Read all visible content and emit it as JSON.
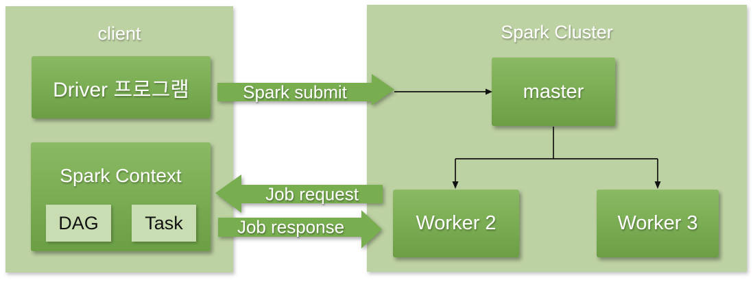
{
  "diagram": {
    "left_panel": {
      "title": "client",
      "driver_box": {
        "label": "Driver 프로그램"
      },
      "spark_context_box": {
        "label": "Spark Context",
        "dag_box": {
          "label": "DAG"
        },
        "task_box": {
          "label": "Task"
        }
      }
    },
    "right_panel": {
      "title": "Spark Cluster",
      "master_box": {
        "label": "master"
      },
      "workers": [
        {
          "label": "Worker 2"
        },
        {
          "label": "Worker 3"
        }
      ]
    },
    "arrows": {
      "spark_submit": {
        "label": "Spark submit",
        "direction": "right"
      },
      "job_request": {
        "label": "Job request",
        "direction": "left"
      },
      "job_response": {
        "label": "Job response",
        "direction": "right"
      }
    },
    "colors": {
      "panel_background": "#bdd2a3",
      "box_gradient_top": "#8aba64",
      "box_gradient_bottom": "#6b9e45",
      "inner_box_background": "#c9ddb3",
      "fat_arrow_fill": "#78ad50",
      "connector_line": "#111111",
      "light_text": "#ffffff",
      "dark_text": "#111111",
      "page_background": "#ffffff"
    }
  }
}
